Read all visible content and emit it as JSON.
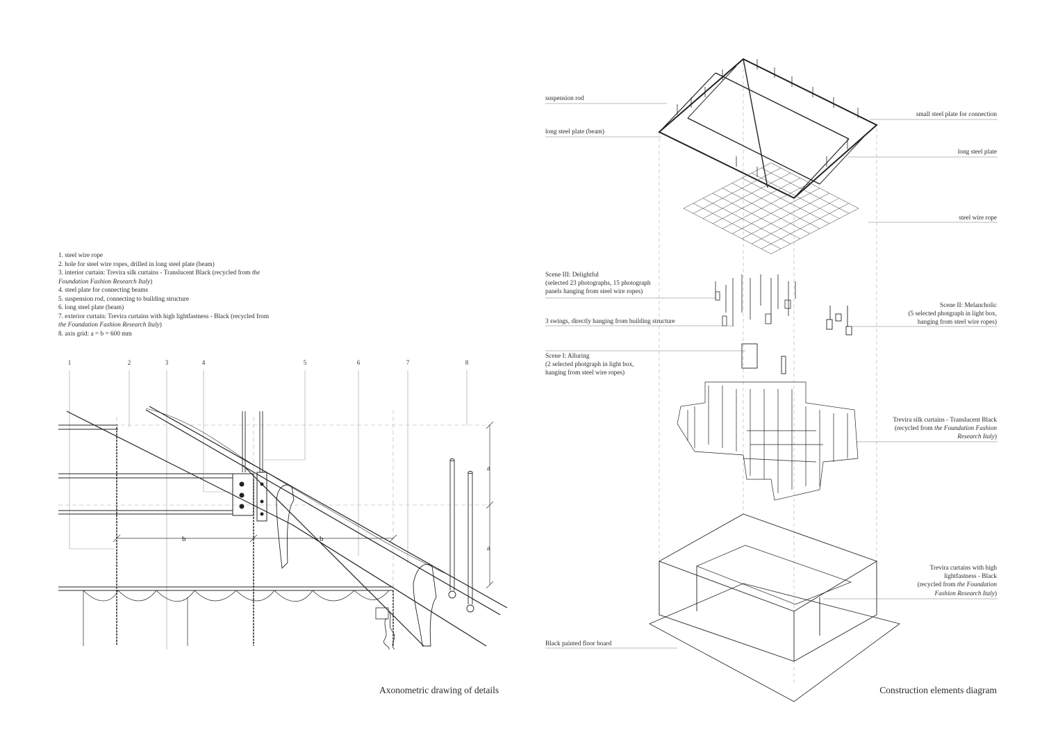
{
  "legend": [
    {
      "plain": "1. steel wire rope"
    },
    {
      "plain": "2. hole for steel wire ropes, drilled in long steel plate (beam)"
    },
    {
      "plain": "3. interior curtain: Trevira silk curtains - Translucent Black (recycled from ",
      "italic": "the"
    },
    {
      "plain": "",
      "italic": "Foundation Fashion Research Italy",
      "tail": ")"
    },
    {
      "plain": "4. steel plate for connecting beams"
    },
    {
      "plain": "5. suspension rod, connecting to building structure"
    },
    {
      "plain": "6. long steel plate (beam)"
    },
    {
      "plain": "7. exterior curtain: Trevira curtains with high lightfastness - Black (recycled from"
    },
    {
      "plain": "",
      "italic": "the Foundation Fashion Research Italy",
      "tail": ")"
    },
    {
      "plain": "8. axis grid: a = b = 600 mm"
    }
  ],
  "axis_numbers": [
    "1",
    "2",
    "3",
    "4",
    "5",
    "6",
    "7",
    "8"
  ],
  "dimension_labels": {
    "a_upper": "a",
    "a_lower": "a",
    "b_left": "b",
    "b_right": "b"
  },
  "captions": {
    "left": "Axonometric drawing of details",
    "right": "Construction elements diagram"
  },
  "diagram_labels": {
    "suspension_rod": "suspension rod",
    "long_steel_plate_beam": "long steel plate (beam)",
    "small_plate": "small steel plate for connection",
    "long_plate": "long steel plate",
    "wire_rope": "steel wire rope",
    "scene3_l1": "Scene III: Delightful",
    "scene3_l2": "(selected 23 photographs, 15 photograph",
    "scene3_l3": "panels hanging from steel wire ropes)",
    "swings": "3 swings, directly hanging from building structure",
    "scene2_l1": "Scene II: Melancholic",
    "scene2_l2": "(5 selected photgraph in light box,",
    "scene2_l3": "hanging from steel wire ropes)",
    "scene1_l1": "Scene I: Alluring",
    "scene1_l2": "(2 selected photgraph in light box,",
    "scene1_l3": "hanging from steel wire ropes)",
    "silk_l1": "Trevira silk curtains - Translucent Black",
    "silk_l2a": "(recycled from ",
    "silk_l2b": "the Foundation Fashion",
    "silk_l3": "Research Italy",
    "silk_l3_tail": ")",
    "ext_l1": "Trevira curtains with high",
    "ext_l2": "lightfastness - Black",
    "ext_l3a": "(recycled from ",
    "ext_l3b": "the Foundation",
    "ext_l4": "Fashion Research Italy",
    "ext_l4_tail": ")",
    "floor": "Black painted floor board"
  }
}
